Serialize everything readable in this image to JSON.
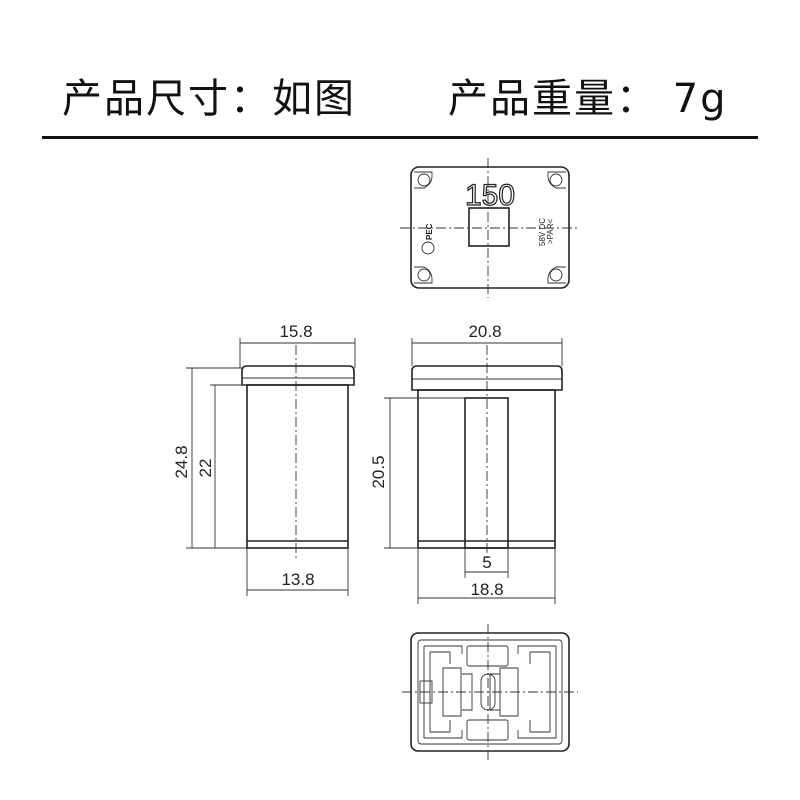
{
  "header": {
    "size_label": "产品尺寸：如图",
    "weight_label": "产品重量：  7g"
  },
  "top_view": {
    "rating": "150",
    "brand": "PEC",
    "voltage": "58V DC",
    "material": ">PAR<"
  },
  "dimensions": {
    "side_cap_width": "15.8",
    "side_total_height": "24.8",
    "side_body_height": "22",
    "side_body_width": "13.8",
    "front_cap_width": "20.8",
    "front_body_height": "20.5",
    "front_slot_width": "5",
    "front_body_width": "18.8"
  }
}
